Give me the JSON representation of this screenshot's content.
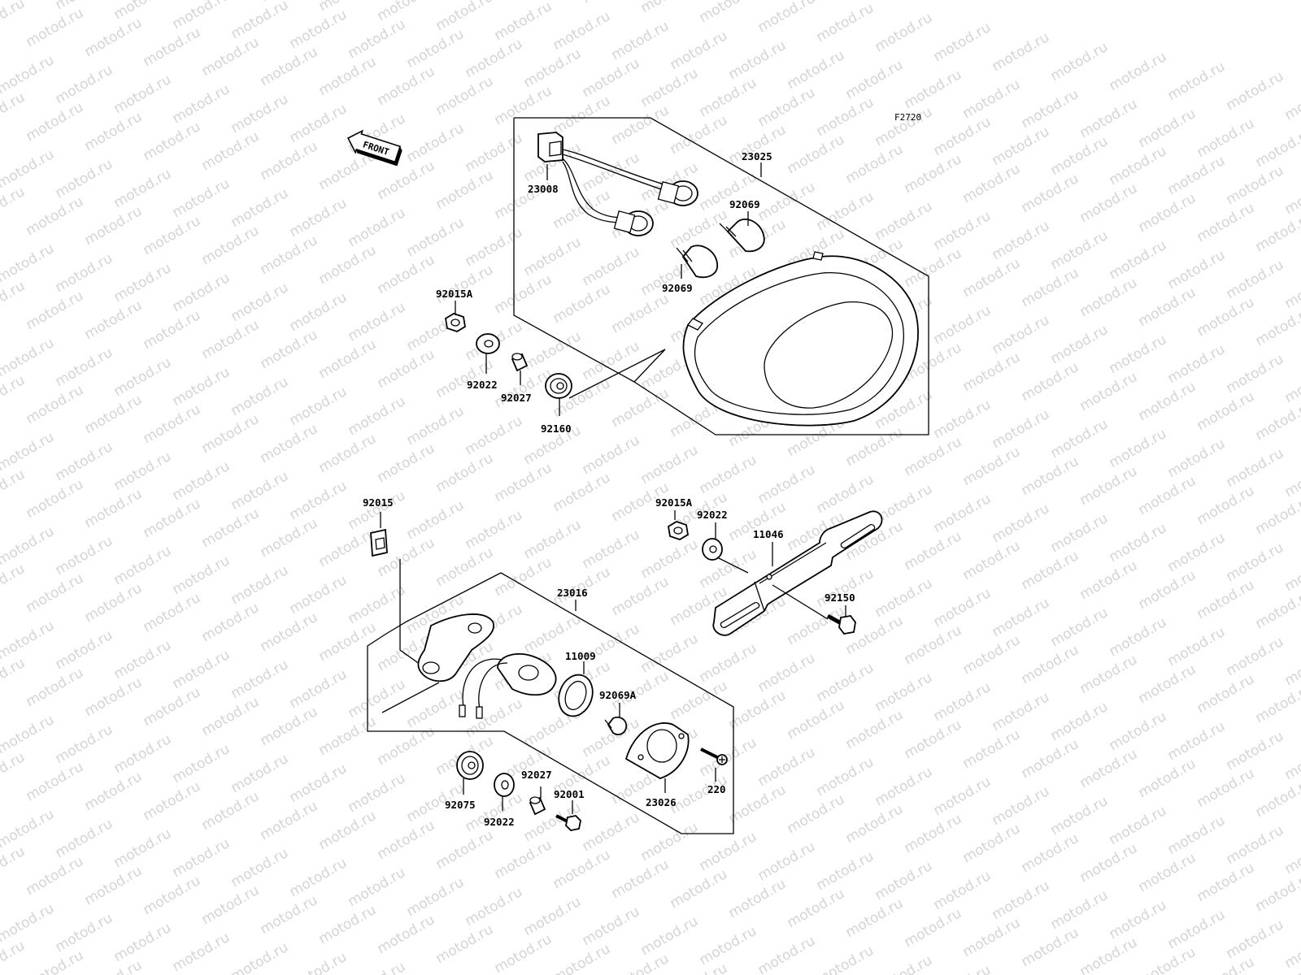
{
  "figure_code": "F2720",
  "front_arrow": {
    "text": "FRONT",
    "icon": "front-arrow-icon"
  },
  "watermark": "motod.ru",
  "groups": {
    "tail_light": {
      "assembly": "23025",
      "parts": [
        {
          "key": "harness",
          "number": "23008"
        },
        {
          "key": "bulb_upper",
          "number": "92069"
        },
        {
          "key": "bulb_lower",
          "number": "92069"
        },
        {
          "key": "nut",
          "number": "92015A"
        },
        {
          "key": "washer",
          "number": "92022"
        },
        {
          "key": "collar",
          "number": "92027"
        },
        {
          "key": "grommet",
          "number": "92160"
        }
      ]
    },
    "license_light": {
      "assembly": "23016",
      "parts": [
        {
          "key": "clip",
          "number": "92015"
        },
        {
          "key": "gasket",
          "number": "11009"
        },
        {
          "key": "bulb",
          "number": "92069A"
        },
        {
          "key": "lens",
          "number": "23026"
        },
        {
          "key": "screw",
          "number": "220"
        },
        {
          "key": "grommet",
          "number": "92075"
        },
        {
          "key": "washer",
          "number": "92022"
        },
        {
          "key": "collar",
          "number": "92027"
        },
        {
          "key": "bolt",
          "number": "92001"
        }
      ]
    },
    "bracket": {
      "parts": [
        {
          "key": "nut",
          "number": "92015A"
        },
        {
          "key": "washer",
          "number": "92022"
        },
        {
          "key": "bracket",
          "number": "11046"
        },
        {
          "key": "bolt",
          "number": "92150"
        }
      ]
    }
  },
  "colors": {
    "line": "#000000",
    "watermark": "#d4d4d4",
    "background": "#ffffff"
  }
}
